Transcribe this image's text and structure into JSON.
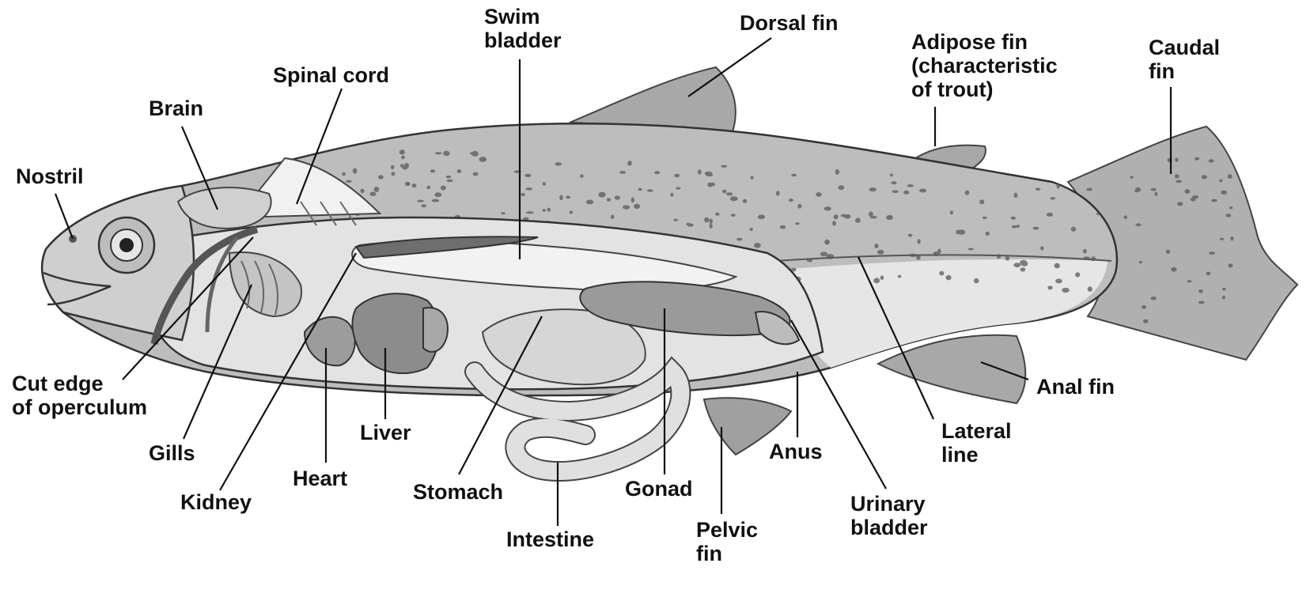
{
  "colors": {
    "ink": "#111111",
    "skin": "#bdbdbd",
    "skin_dark": "#8a8a8a",
    "belly": "#e6e6e6",
    "cavity": "#d9d9d9",
    "organ": "#a9a9a9",
    "organ_light": "#cfcfcf",
    "spot": "#5a5a5a"
  },
  "labels": {
    "nostril": [
      "Nostril"
    ],
    "brain": [
      "Brain"
    ],
    "spinal_cord": [
      "Spinal cord"
    ],
    "swim_bladder": [
      "Swim",
      "bladder"
    ],
    "dorsal_fin": [
      "Dorsal fin"
    ],
    "adipose_fin": [
      "Adipose fin",
      "(characteristic",
      "of trout)"
    ],
    "caudal_fin": [
      "Caudal",
      "fin"
    ],
    "cut_edge": [
      "Cut edge",
      "of operculum"
    ],
    "gills": [
      "Gills"
    ],
    "kidney": [
      "Kidney"
    ],
    "heart": [
      "Heart"
    ],
    "liver": [
      "Liver"
    ],
    "stomach": [
      "Stomach"
    ],
    "intestine": [
      "Intestine"
    ],
    "gonad": [
      "Gonad"
    ],
    "pelvic_fin": [
      "Pelvic",
      "fin"
    ],
    "anus": [
      "Anus"
    ],
    "urinary_bladder": [
      "Urinary",
      "bladder"
    ],
    "lateral_line": [
      "Lateral",
      "line"
    ],
    "anal_fin": [
      "Anal fin"
    ]
  }
}
